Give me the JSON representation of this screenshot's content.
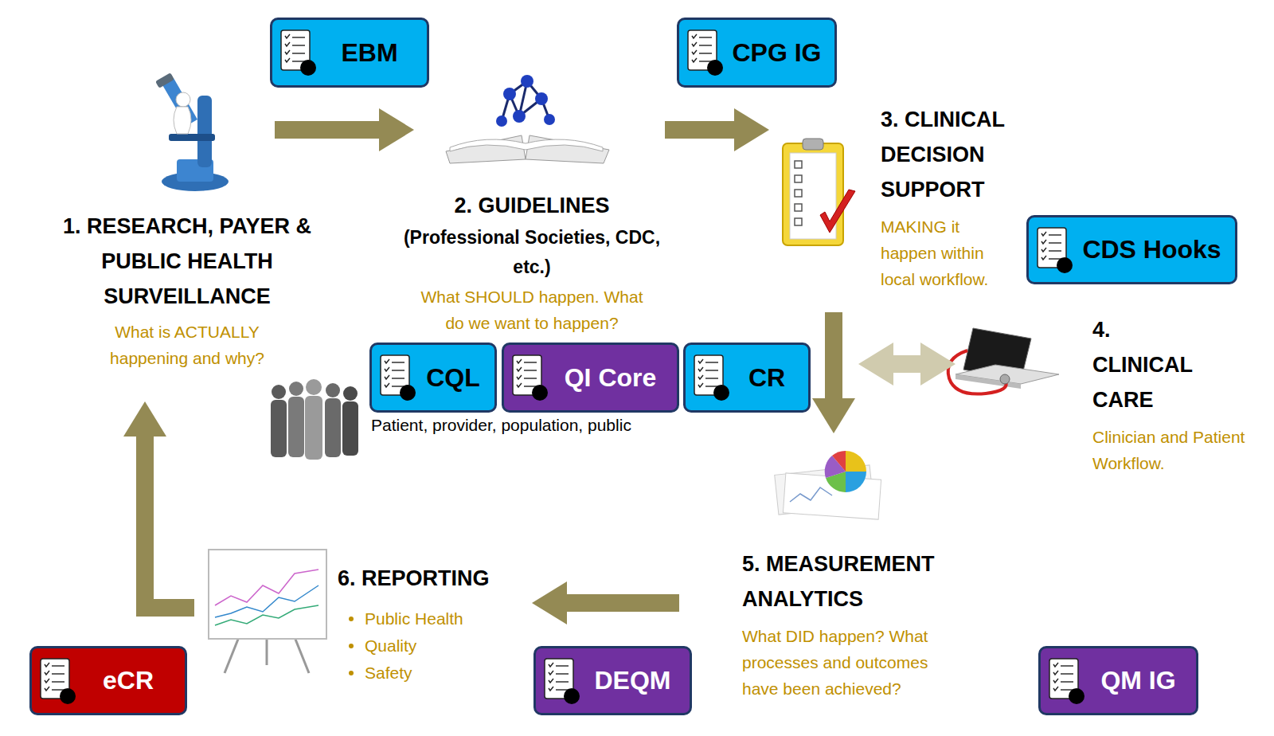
{
  "diagram": {
    "nodes": [
      {
        "text": [
          "EBM"
        ]
      },
      {
        "text": [
          "CPG IG"
        ]
      },
      {
        "text": [
          "1. RESEARCH, PAYER & PUBLIC HEALTH SURVEILLANCE",
          "What is ACTUALLY happening and why?"
        ]
      },
      {
        "text": [
          "2. GUIDELINES",
          "(Professional Societies, CDC, etc.)",
          "What SHOULD happen. What do we want to happen?"
        ]
      },
      {
        "text": [
          "3. CLINICAL DECISION SUPPORT",
          "MAKING it happen within local workflow."
        ]
      },
      {
        "text": [
          "CDS Hooks"
        ]
      },
      {
        "text": [
          "CQL"
        ]
      },
      {
        "text": [
          "QI Core"
        ]
      },
      {
        "text": [
          "CR"
        ]
      },
      {
        "text": [
          "4. CLINICAL CARE",
          "Clinician and Patient Workflow."
        ]
      },
      {
        "text": [
          "5. MEASUREMENT ANALYTICS",
          "What DID happen? What processes and outcomes have been achieved?"
        ]
      },
      {
        "text": [
          "6. REPORTING",
          "Public Health",
          "Quality",
          "Safety"
        ]
      },
      {
        "text": [
          "eCR"
        ]
      },
      {
        "text": [
          "DEQM"
        ]
      },
      {
        "text": [
          "QM IG"
        ]
      }
    ],
    "edges": [
      {
        "from": 2,
        "to": 3,
        "arrow": "to"
      },
      {
        "from": 3,
        "to": 4,
        "arrow": "to"
      },
      {
        "from": 4,
        "to": 10,
        "arrow": "to"
      },
      {
        "from": 4,
        "to": 9,
        "arrow": "both"
      },
      {
        "from": 10,
        "to": 11,
        "arrow": "to"
      },
      {
        "from": 11,
        "to": 2,
        "arrow": "to"
      }
    ],
    "labels": [
      "Patient, provider, population, public"
    ]
  }
}
